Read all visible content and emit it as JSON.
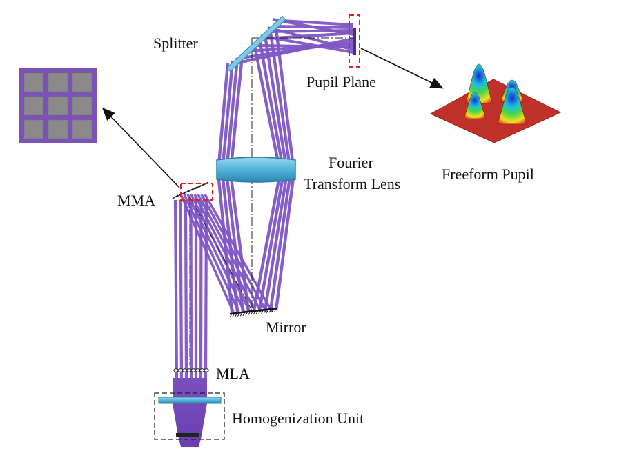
{
  "labels": {
    "splitter": "Splitter",
    "pupil_plane": "Pupil Plane",
    "fourier_line1": "Fourier",
    "fourier_line2": "Transform Lens",
    "freeform_pupil": "Freeform Pupil",
    "mma": "MMA",
    "mirror": "Mirror",
    "mla": "MLA",
    "homogenization_unit": "Homogenization Unit"
  },
  "colors": {
    "beam": "#7f55c4",
    "beam_dark": "#5b3a9e",
    "lens": "#4fb3d9",
    "mma_grid_bg": "#7c52b7",
    "mma_cell": "#8a8a8a",
    "highlight_box": "#e02020",
    "pupil_base": "#c0392b",
    "text": "#111111"
  },
  "mma_grid": {
    "rows": 3,
    "cols": 3
  }
}
